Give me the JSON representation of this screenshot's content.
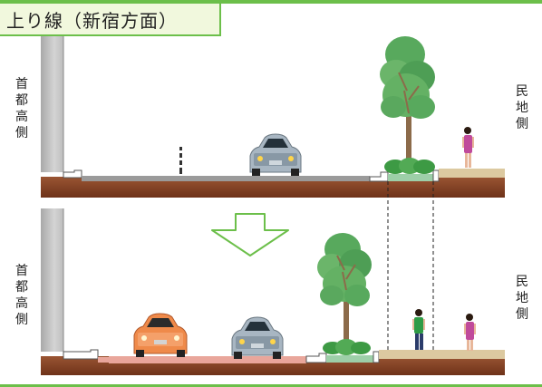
{
  "title": "上り線（新宿方面）",
  "labels": {
    "top_left": "首都高側",
    "top_right": "民地側",
    "bottom_left": "首都高側",
    "bottom_right": "民地側"
  },
  "icons": [
    "down-arrow-icon"
  ],
  "colors": {
    "accent_green": "#6cbf4a",
    "title_bg": "#f1f8dd",
    "soil": "#8b4a2c",
    "road_gray": "#9a9a9a",
    "bike_lane_pink": "#e9a69b",
    "sidewalk_tan": "#dcc9a0"
  }
}
